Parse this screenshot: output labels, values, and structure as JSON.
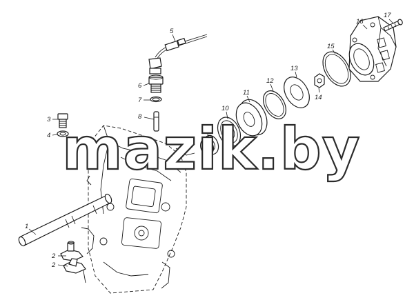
{
  "watermark": "mazik.by",
  "callouts": {
    "c1": "1",
    "c2a": "2",
    "c2b": "2",
    "c3": "3",
    "c4": "4",
    "c5": "5",
    "c6": "6",
    "c7": "7",
    "c8": "8",
    "c9": "9",
    "c10": "10",
    "c11": "11",
    "c12": "12",
    "c13": "13",
    "c14": "14",
    "c15": "15",
    "c16": "16",
    "c17": "17"
  }
}
